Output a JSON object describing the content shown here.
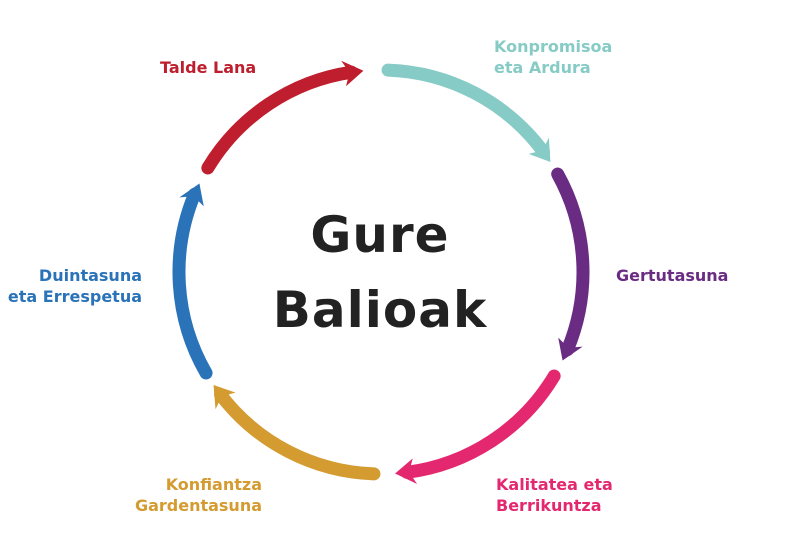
{
  "title": {
    "line1": "Gure",
    "line2": "Balioak"
  },
  "values": [
    {
      "id": "talde",
      "lines": [
        "Talde Lana"
      ],
      "color": "#be1e2d"
    },
    {
      "id": "konpromisoa",
      "lines": [
        "Konpromisoa",
        "eta Ardura"
      ],
      "color": "#86cbc5"
    },
    {
      "id": "gertutasuna",
      "lines": [
        "Gertutasuna"
      ],
      "color": "#6a2c83"
    },
    {
      "id": "kalitatea",
      "lines": [
        "Kalitatea eta",
        "Berrikuntza"
      ],
      "color": "#e4286f"
    },
    {
      "id": "konfiantza",
      "lines": [
        "Konfiantza",
        "Gardentasuna"
      ],
      "color": "#d49b30"
    },
    {
      "id": "duintasuna",
      "lines": [
        "Duintasuna",
        "eta Errespetua"
      ],
      "color": "#2a73b8"
    }
  ]
}
